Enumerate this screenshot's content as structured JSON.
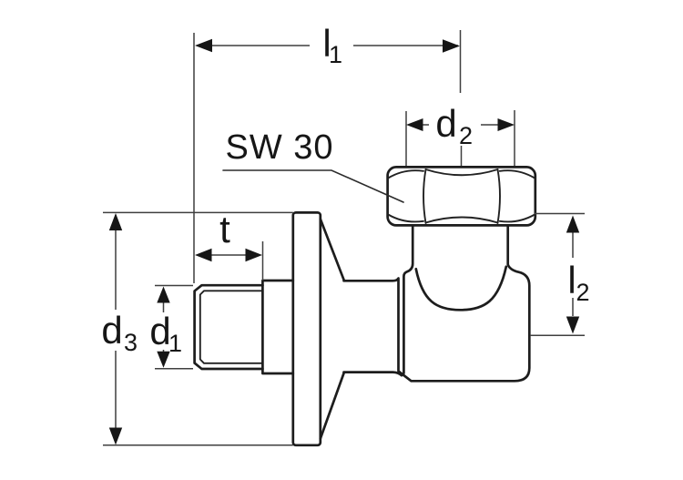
{
  "figure": {
    "type": "technical-drawing",
    "description": "Side-view line drawing of an angle stop valve with male threaded inlet, wall flange and union nut outlet, annotated with dimension callouts",
    "background": "#ffffff"
  },
  "colors": {
    "outline": "#1d1d1d",
    "dimension_lines": "#3f3f3f",
    "text": "#161616"
  },
  "labels": {
    "l1": {
      "main": "l",
      "sub": "1"
    },
    "d2": {
      "main": "d",
      "sub": "2"
    },
    "sw": {
      "text": "SW 30"
    },
    "t": {
      "main": "t",
      "sub": ""
    },
    "d3": {
      "main": "d",
      "sub": "3"
    },
    "d1": {
      "main": "d",
      "sub": "1"
    },
    "l2": {
      "main": "l",
      "sub": "2"
    }
  }
}
